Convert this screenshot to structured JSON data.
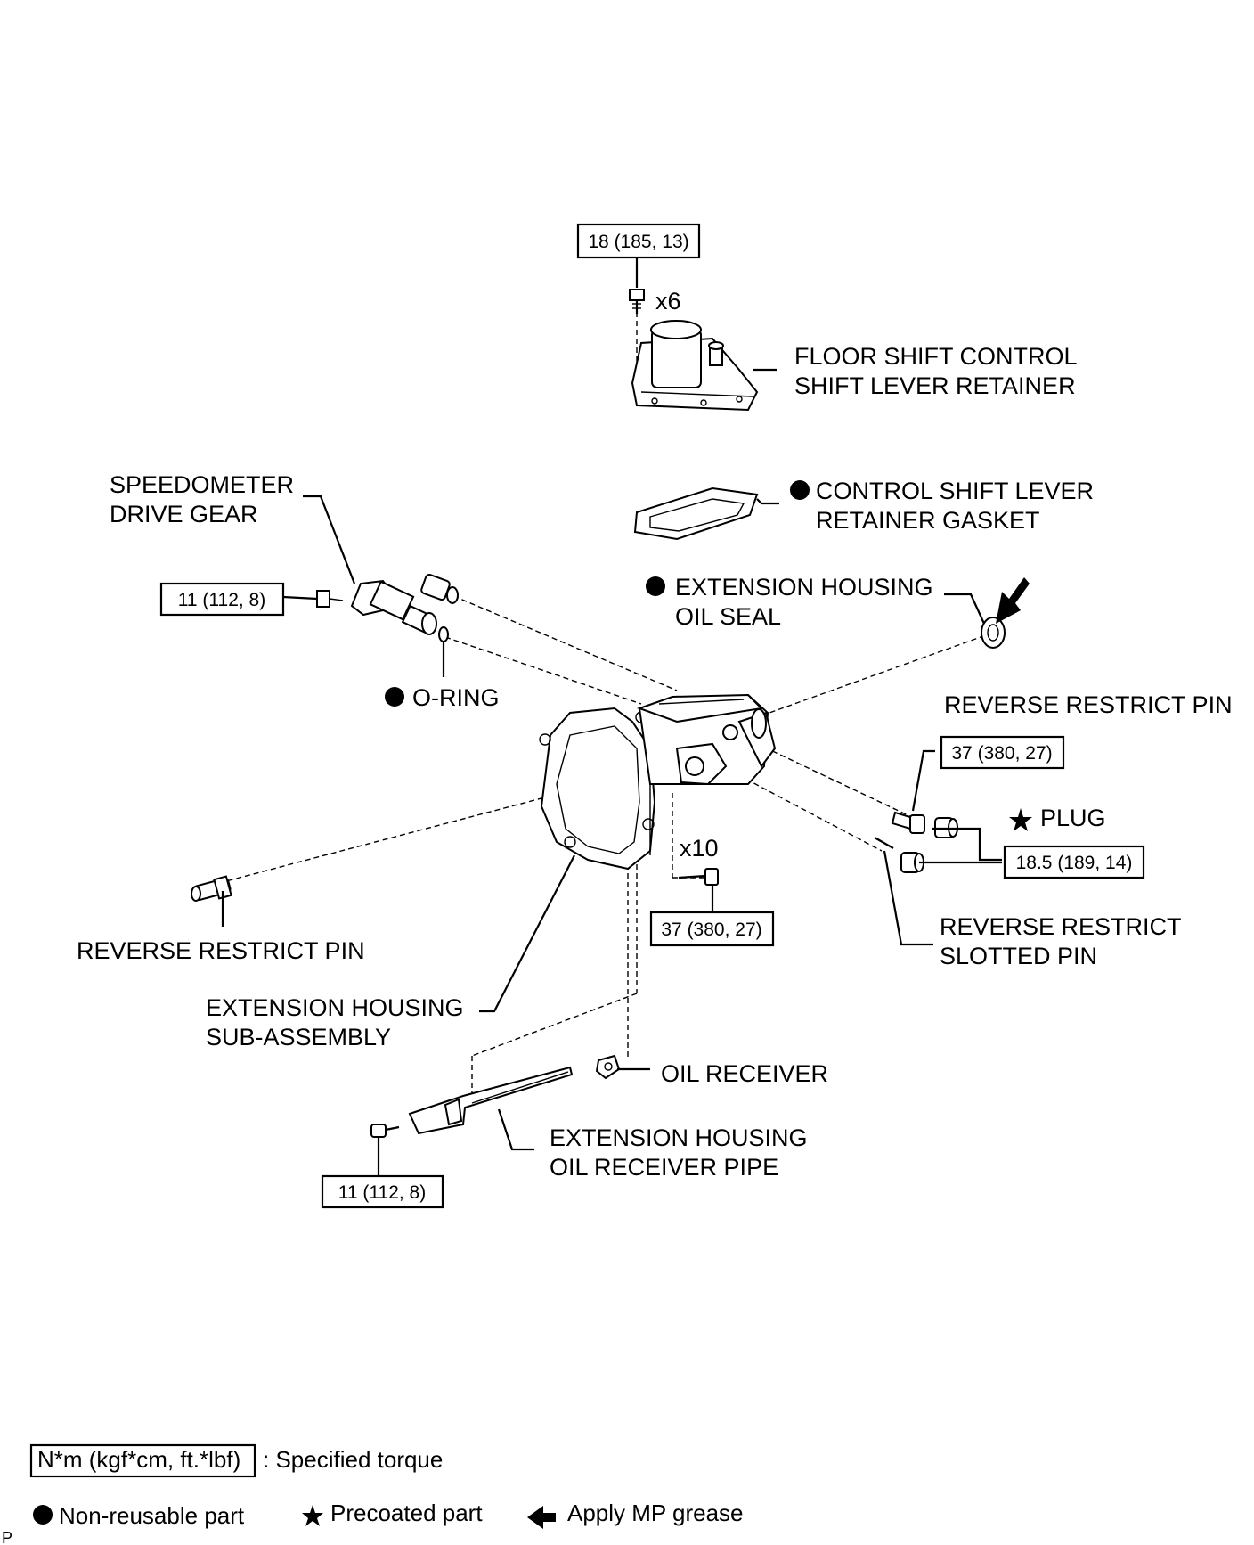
{
  "labels": {
    "floor_shift_1": "FLOOR SHIFT CONTROL",
    "floor_shift_2": "SHIFT LEVER RETAINER",
    "gasket_1": "CONTROL SHIFT LEVER",
    "gasket_2": "RETAINER GASKET",
    "speedo_1": "SPEEDOMETER",
    "speedo_2": "DRIVE GEAR",
    "oil_seal_1": "EXTENSION HOUSING",
    "oil_seal_2": "OIL SEAL",
    "o_ring": "O-RING",
    "rev_pin_right": "REVERSE RESTRICT PIN",
    "plug": "PLUG",
    "rev_pin_left": "REVERSE RESTRICT PIN",
    "slotted_1": "REVERSE RESTRICT",
    "slotted_2": "SLOTTED PIN",
    "housing_1": "EXTENSION HOUSING",
    "housing_2": "SUB-ASSEMBLY",
    "oil_receiver": "OIL RECEIVER",
    "pipe_1": "EXTENSION HOUSING",
    "pipe_2": "OIL RECEIVER PIPE"
  },
  "quantities": {
    "retainer_bolts": "x6",
    "housing_bolts": "x10"
  },
  "torques": {
    "retainer": "18 (185, 13)",
    "speedo": "11 (112, 8)",
    "rev_pin": "37 (380, 27)",
    "plug": "18.5 (189, 14)",
    "housing": "37 (380, 27)",
    "pipe": "11 (112, 8)"
  },
  "legend": {
    "torque_units": "N*m (kgf*cm, ft.*lbf)",
    "torque_desc": ": Specified torque",
    "non_reusable": "Non-reusable part",
    "precoated": "Precoated part",
    "mp_grease": "Apply MP grease"
  },
  "corner_mark": "P",
  "icons": {
    "non_reusable": "filled-circle-icon",
    "precoated": "star-icon",
    "grease": "thick-arrow-icon"
  }
}
